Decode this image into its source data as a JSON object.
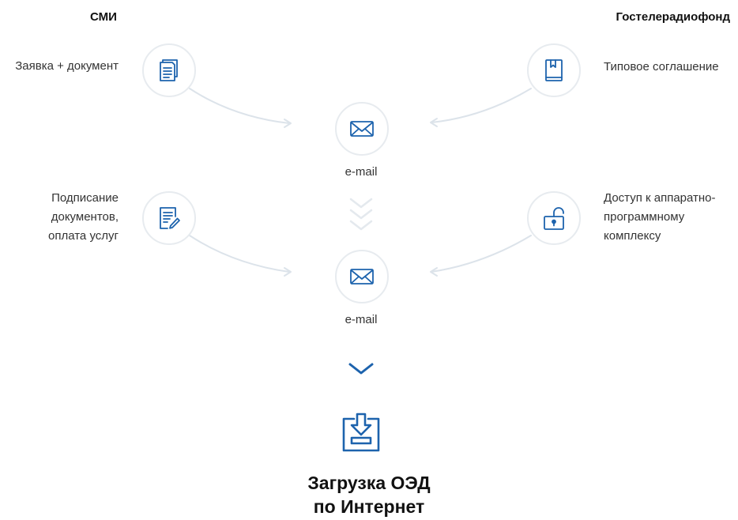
{
  "headers": {
    "left": "СМИ",
    "right": "Гостелерадиофонд"
  },
  "steps": {
    "smi_request": [
      "Заявка + документ"
    ],
    "fund_agreement": [
      "Типовое соглашение"
    ],
    "smi_signing": [
      "Подписание",
      "документов,",
      "оплата услуг"
    ],
    "fund_access": [
      "Доступ к аппаратно-",
      "программному",
      "комплексу"
    ]
  },
  "email_label_1": "e-mail",
  "email_label_2": "e-mail",
  "final_title": [
    "Загрузка ОЭД",
    "по Интернет"
  ],
  "icons": {
    "smi_request": "documents-icon",
    "fund_agreement": "book-bookmark-icon",
    "smi_signing": "document-pen-icon",
    "fund_access": "unlocked-padlock-icon",
    "email": "envelope-icon",
    "upload": "upload-tray-icon"
  },
  "colors": {
    "icon": "#1d63ad",
    "circle_border": "#e7ebef",
    "connector": "#dce3ea",
    "text": "#333333"
  }
}
